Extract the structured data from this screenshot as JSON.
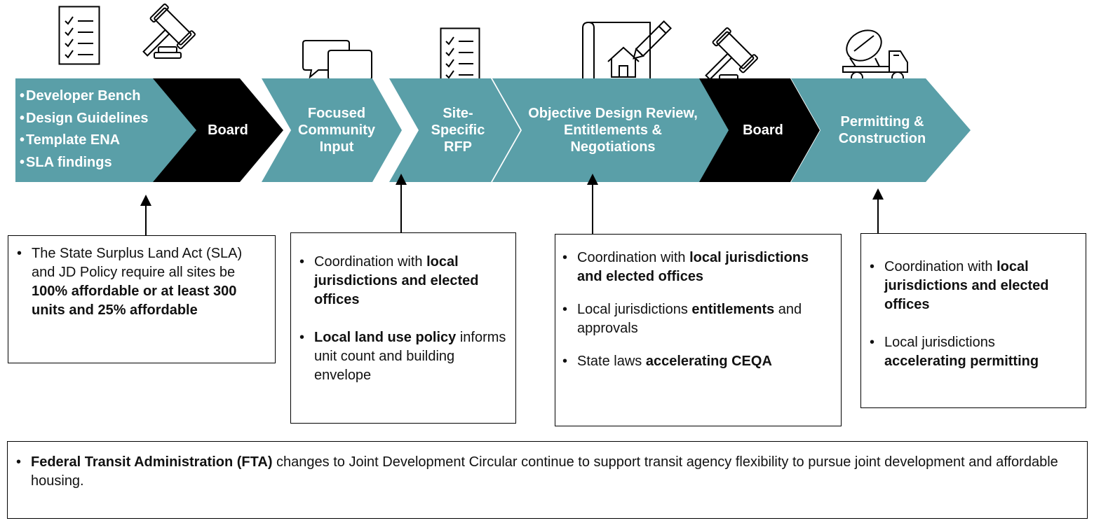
{
  "colors": {
    "teal": "#5a9fa8",
    "black": "#000000",
    "line": "#000000"
  },
  "icons": [
    "checklist-icon",
    "gavel-icon",
    "speech-bubbles-icon",
    "checklist-icon",
    "blueprint-house-icon",
    "gavel-icon",
    "cement-truck-icon"
  ],
  "process": {
    "step1_items": [
      "Developer Bench",
      "Design Guidelines",
      "Template ENA",
      "SLA findings"
    ],
    "step2": "Board",
    "step3": "Focused Community Input",
    "step4": "Site-Specific RFP",
    "step5": "Objective Design Review, Entitlements & Negotiations",
    "step6": "Board",
    "step7": "Permitting & Construction"
  },
  "boxes": {
    "box1": {
      "b1_part1": "The State Surplus Land Act (SLA) and JD Policy require all sites be ",
      "b1_bold": "100% affordable or at least 300 units and 25% affordable"
    },
    "box2": {
      "b1_part1": "Coordination with ",
      "b1_bold": "local jurisdictions and elected offices",
      "b2_bold": "Local land use policy",
      "b2_part2": " informs unit count and building envelope"
    },
    "box3": {
      "b1_part1": "Coordination with ",
      "b1_bold": "local jurisdictions and elected offices",
      "b2_part1": "Local jurisdictions ",
      "b2_bold": "entitlements",
      "b2_part2": " and approvals",
      "b3_part1": "State laws ",
      "b3_bold": "accelerating CEQA"
    },
    "box4": {
      "b1_part1": "Coordination with ",
      "b1_bold": "local jurisdictions and elected offices",
      "b2_part1": "Local jurisdictions ",
      "b2_bold": "accelerating permitting"
    }
  },
  "footer": {
    "bold": "Federal Transit Administration (FTA)",
    "text": " changes to Joint Development Circular continue to support transit agency flexibility to pursue joint development and affordable housing."
  }
}
